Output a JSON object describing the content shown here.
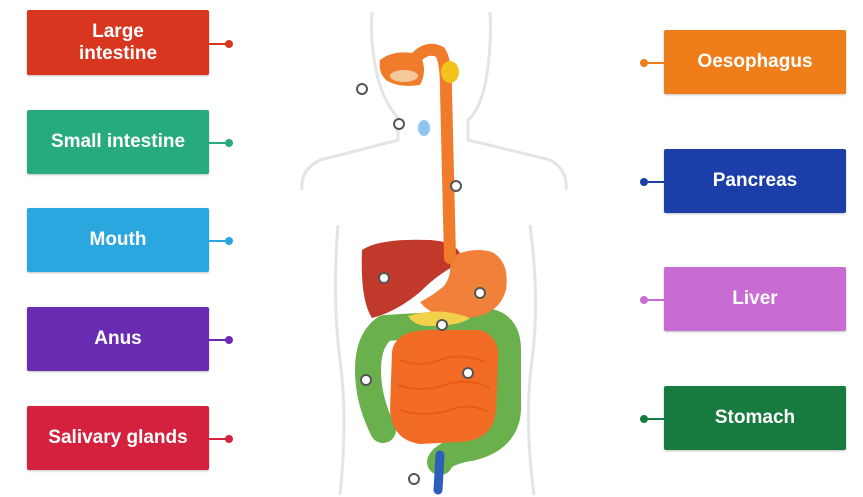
{
  "labels_left": [
    {
      "id": "large-intestine",
      "text": "Large intestine",
      "color": "#d8361f"
    },
    {
      "id": "small-intestine",
      "text": "Small intestine",
      "color": "#27ab7e"
    },
    {
      "id": "mouth",
      "text": "Mouth",
      "color": "#2aa7de"
    },
    {
      "id": "anus",
      "text": "Anus",
      "color": "#6a2bb3"
    },
    {
      "id": "salivary-glands",
      "text": "Salivary glands",
      "color": "#d4213d"
    }
  ],
  "labels_right": [
    {
      "id": "oesophagus",
      "text": "Oesophagus",
      "color": "#ee7d1a"
    },
    {
      "id": "pancreas",
      "text": "Pancreas",
      "color": "#1b3ea8"
    },
    {
      "id": "liver",
      "text": "Liver",
      "color": "#c86bd3"
    },
    {
      "id": "stomach",
      "text": "Stomach",
      "color": "#177a3f"
    }
  ],
  "colors": {
    "oesophagus": "#f07b2a",
    "liver": "#c0392b",
    "stomach": "#f1813a",
    "small_intestine": "#f26b24",
    "large_intestine": "#6ab04c",
    "pancreas": "#f3d04a",
    "rectum": "#2d5fb8",
    "body_outline": "#e6e6e6"
  }
}
